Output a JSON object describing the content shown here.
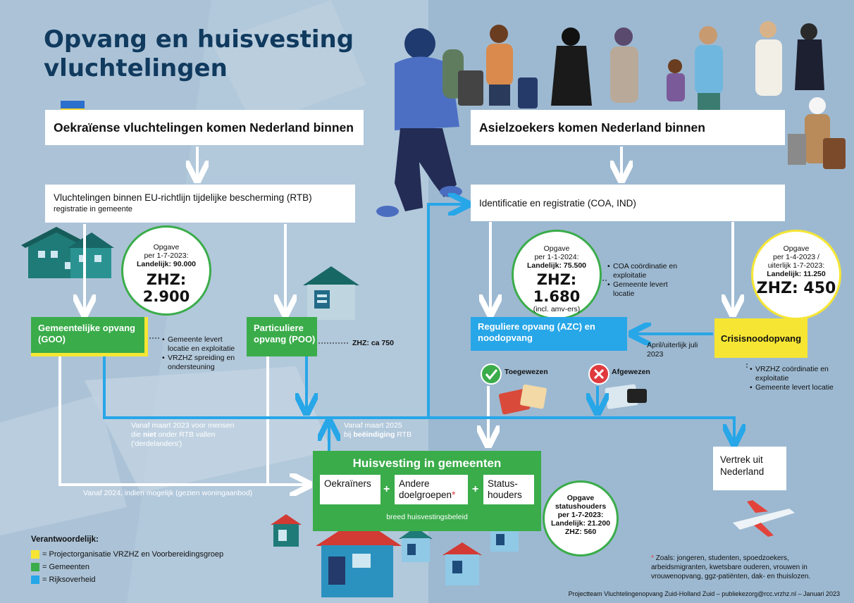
{
  "title": "Opvang en huisvesting vluchtelingen",
  "ukraine": {
    "header": "Oekraïense vluchtelingen komen Nederland binnen",
    "rtb": "Vluchtelingen binnen EU-richtlijn tijdelijke bescherming (RTB)",
    "rtb_sub": "registratie in gemeente",
    "circle": {
      "line1": "Opgave",
      "line2": "per 1-7-2023:",
      "line3": "Landelijk: 90.000",
      "big": "ZHZ: 2.900"
    },
    "goo": "Gemeentelijke opvang (GOO)",
    "goo_notes": [
      "Gemeente levert locatie en exploitatie",
      "VRZHZ spreiding en ondersteuning"
    ],
    "poo": "Particuliere opvang (POO)",
    "poo_note": "ZHZ: ca 750"
  },
  "asiel": {
    "header": "Asielzoekers komen Nederland binnen",
    "ident": "Identificatie en registratie (COA, IND)",
    "circle1": {
      "line1": "Opgave",
      "line2": "per 1-1-2024:",
      "line3": "Landelijk: 75.500",
      "big": "ZHZ: 1.680",
      "small": "(incl. amv-ers)"
    },
    "notes1": [
      "COA coördinatie en exploitatie",
      "Gemeente levert locatie"
    ],
    "circle2": {
      "line1": "Opgave",
      "line2": "per 1-4-2023 /",
      "line3": "uiterlijk 1-7-2023:",
      "line4": "Landelijk: 11.250",
      "big": "ZHZ: 450"
    },
    "regulier": "Reguliere opvang (AZC) en noodopvang",
    "crisis": "Crisisnoodopvang",
    "crisis_notes": [
      "VRZHZ coördinatie en exploitatie",
      "Gemeente levert locatie"
    ],
    "april": "April/uiterlijk juli 2023",
    "toegewezen": "Toegewezen",
    "afgewezen": "Afgewezen"
  },
  "flows": {
    "maart2023_a": "Vanaf maart 2023 voor mensen die ",
    "maart2023_b": "niet",
    "maart2023_c": " onder RTB vallen ('derdelanders')",
    "maart2025_a": "Vanaf maart 2025",
    "maart2025_b": "bij ",
    "maart2025_c": "beëindiging",
    "maart2025_d": " RTB",
    "vanaf2024": "Vanaf 2024, indien mogelijk (gezien woningaanbod)"
  },
  "huisvesting": {
    "title": "Huisvesting in gemeenten",
    "box1": "Oekraïners",
    "box2": "Andere doelgroepen",
    "box3": "Status-houders",
    "plus": "+",
    "star": "*",
    "sub": "breed huisvestingsbeleid"
  },
  "status_circle": {
    "line1": "Opgave",
    "line2": "statushouders",
    "line3": "per 1-7-2023:",
    "line4": "Landelijk: 21.200",
    "line5": "ZHZ: 560"
  },
  "vertrek": "Vertrek uit Nederland",
  "legend": {
    "title": "Verantwoordelijk:",
    "items": [
      {
        "color": "#f6e633",
        "label": "= Projectorganisatie VRZHZ en Voorbereidingsgroep"
      },
      {
        "color": "#3aac4a",
        "label": "= Gemeenten"
      },
      {
        "color": "#27a6e8",
        "label": "= Rijksoverheid"
      }
    ]
  },
  "footnote": {
    "star": "*",
    "text": "Zoals: jongeren, studenten, spoedzoekers, arbeidsmigranten, kwetsbare ouderen, vrouwen in vrouwenopvang, ggz-patiënten, dak- en thuislozen."
  },
  "credit": "Projectteam Vluchtelingenopvang Zuid-Holland Zuid – publiekezorg@rcc.vrzhz.nl – Januari 2023",
  "colors": {
    "green": "#3aac4a",
    "blue": "#27a6e8",
    "yellow": "#f6e633",
    "navy": "#103a5e",
    "red": "#e03a3e"
  }
}
